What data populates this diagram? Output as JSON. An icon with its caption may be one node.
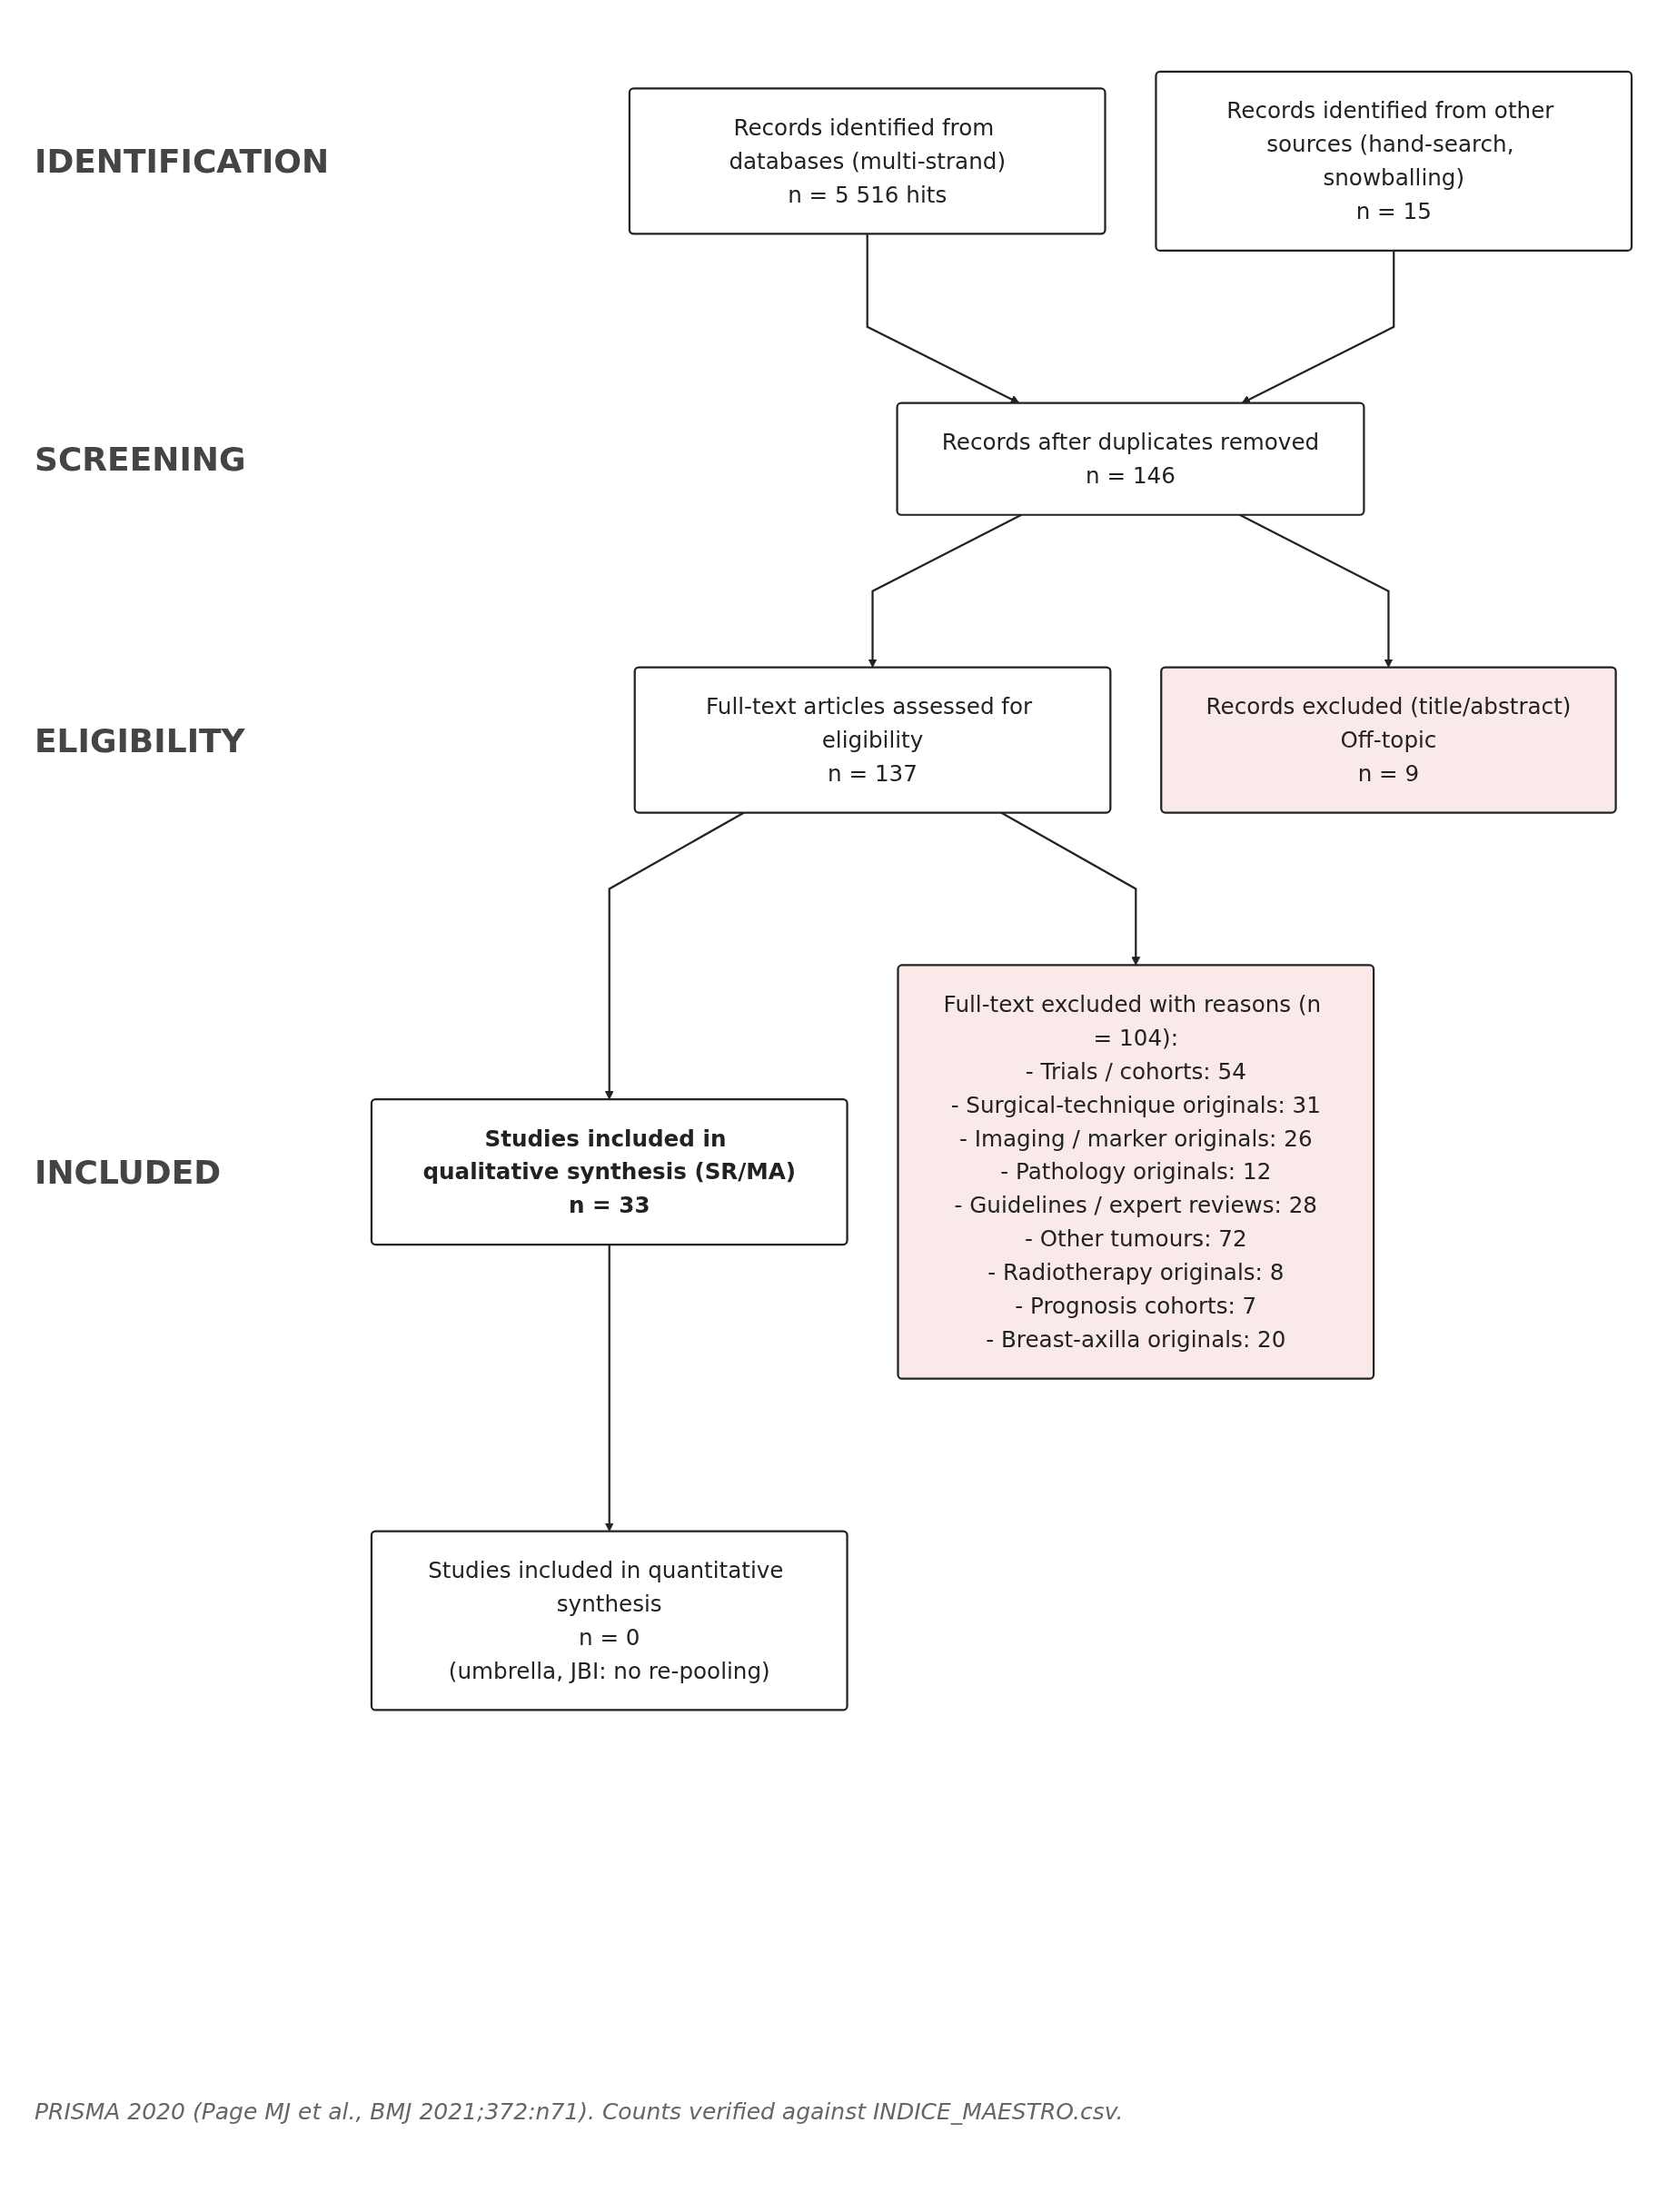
{
  "diagram": {
    "nodes": [
      {
        "text": [
          "Records identified from databases (multi-strand)",
          "n = 5 516 hits"
        ]
      },
      {
        "text": [
          "Records identified from other sources (hand-search, snowballing)",
          "n = 15"
        ]
      },
      {
        "text": [
          "Records after duplicates removed",
          "n = 146"
        ]
      },
      {
        "text": [
          "Records excluded (title/abstract)",
          "Off-topic",
          "n = 9"
        ]
      },
      {
        "text": [
          "Full-text articles assessed for eligibility",
          "n = 137"
        ]
      },
      {
        "text": [
          "Full-text excluded with reasons (n = 104):",
          "- Trials / cohorts: 54",
          "- Surgical-technique originals: 31",
          "- Imaging / marker originals: 26",
          "- Pathology originals: 12",
          "- Guidelines / expert reviews: 28",
          "- Other tumours: 72",
          "- Radiotherapy originals: 8",
          "- Prognosis cohorts: 7",
          "- Breast-axilla originals: 20"
        ]
      },
      {
        "text": [
          "Studies included in qualitative synthesis (SR/MA)",
          "n = 33"
        ]
      },
      {
        "text": [
          "Studies included in quantitative synthesis",
          "n = 0",
          "(umbrella, JBI: no re-pooling)"
        ]
      }
    ],
    "edges": [
      {
        "from": 0,
        "to": 2,
        "arrow": "to"
      },
      {
        "from": 1,
        "to": 2,
        "arrow": "to"
      },
      {
        "from": 2,
        "to": 3,
        "arrow": "to"
      },
      {
        "from": 2,
        "to": 4,
        "arrow": "to"
      },
      {
        "from": 4,
        "to": 5,
        "arrow": "to"
      },
      {
        "from": 4,
        "to": 6,
        "arrow": "to"
      },
      {
        "from": 6,
        "to": 7,
        "arrow": "to"
      }
    ],
    "labels": [
      "IDENTIFICATION",
      "SCREENING",
      "ELIGIBILITY",
      "INCLUDED"
    ],
    "caption": "PRISMA 2020 (Page MJ et al., BMJ 2021;372:n71). Counts verified against INDICE_MAESTRO.csv."
  }
}
